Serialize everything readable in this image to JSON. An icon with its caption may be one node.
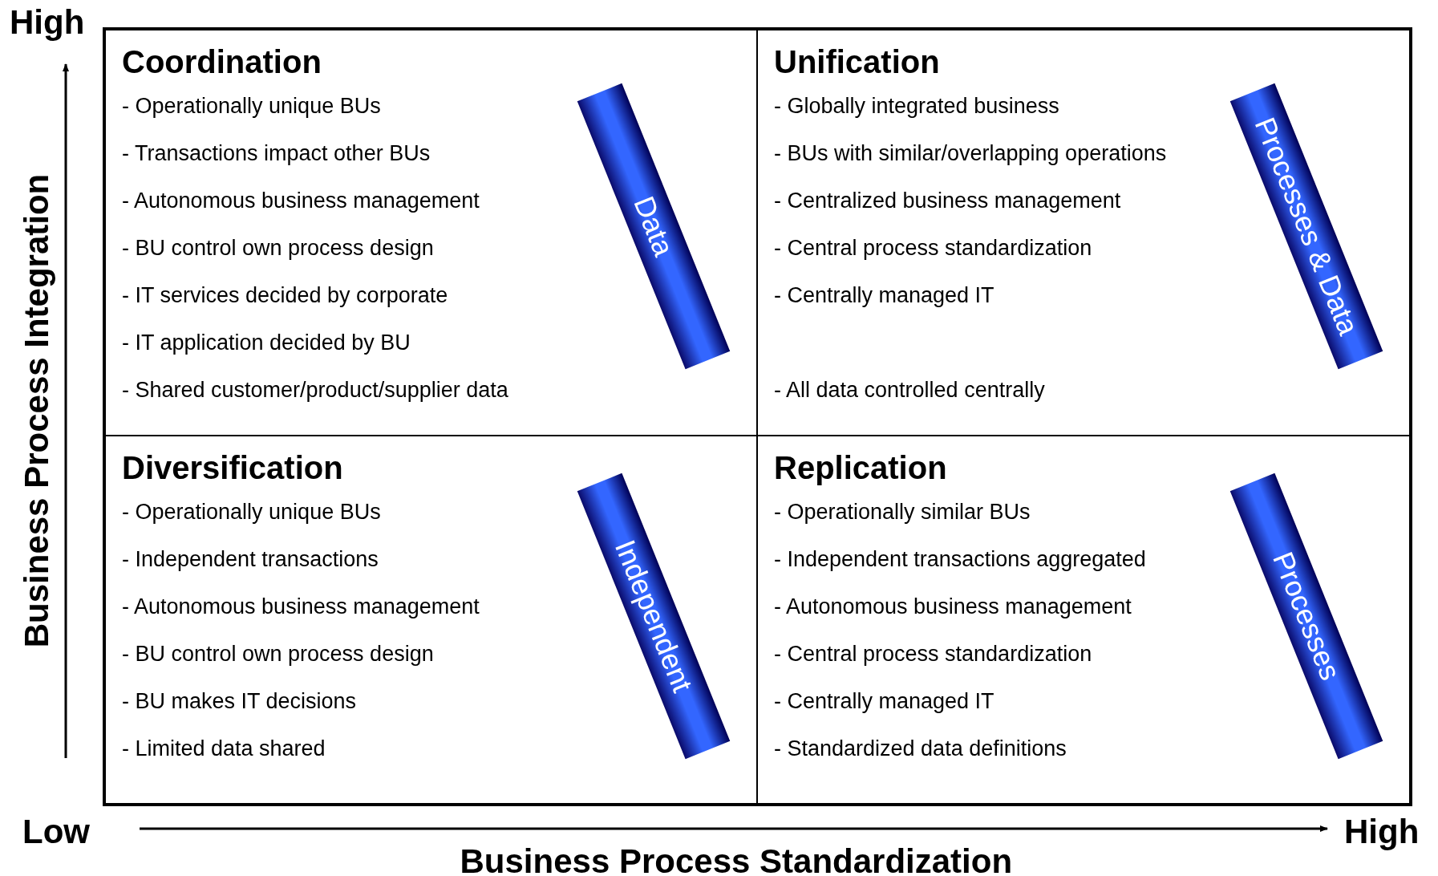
{
  "diagram": {
    "nodes": [
      {
        "text": [
          "Coordination",
          "- Operationally unique BUs",
          "- Transactions impact other BUs",
          "- Autonomous business management",
          "- BU control own process design",
          "- IT services decided by corporate",
          "- IT application decided by BU",
          "- Shared customer/product/supplier data"
        ]
      },
      {
        "text": [
          "Data"
        ],
        "in": 0
      },
      {
        "text": [
          "Unification",
          "- Globally integrated business",
          "- BUs with similar/overlapping operations",
          "- Centralized business management",
          "- Central process standardization",
          "- Centrally managed IT",
          "- All data controlled centrally"
        ]
      },
      {
        "text": [
          "Processes & Data"
        ],
        "in": 2
      },
      {
        "text": [
          "Diversification",
          "- Operationally unique BUs",
          "- Independent transactions",
          "- Autonomous business management",
          "- BU control own process design",
          "- BU makes IT decisions",
          "- Limited data shared"
        ]
      },
      {
        "text": [
          "Independent"
        ],
        "in": 4
      },
      {
        "text": [
          "Replication",
          "- Operationally similar BUs",
          "- Independent transactions aggregated",
          "- Autonomous business management",
          "- Central process standardization",
          "- Centrally managed IT",
          "- Standardized data definitions"
        ]
      },
      {
        "text": [
          "Processes"
        ],
        "in": 6
      }
    ],
    "edges": [],
    "labels": [
      "High",
      "Business Process Integration",
      "Low",
      "High",
      "Business Process Standardization"
    ]
  }
}
